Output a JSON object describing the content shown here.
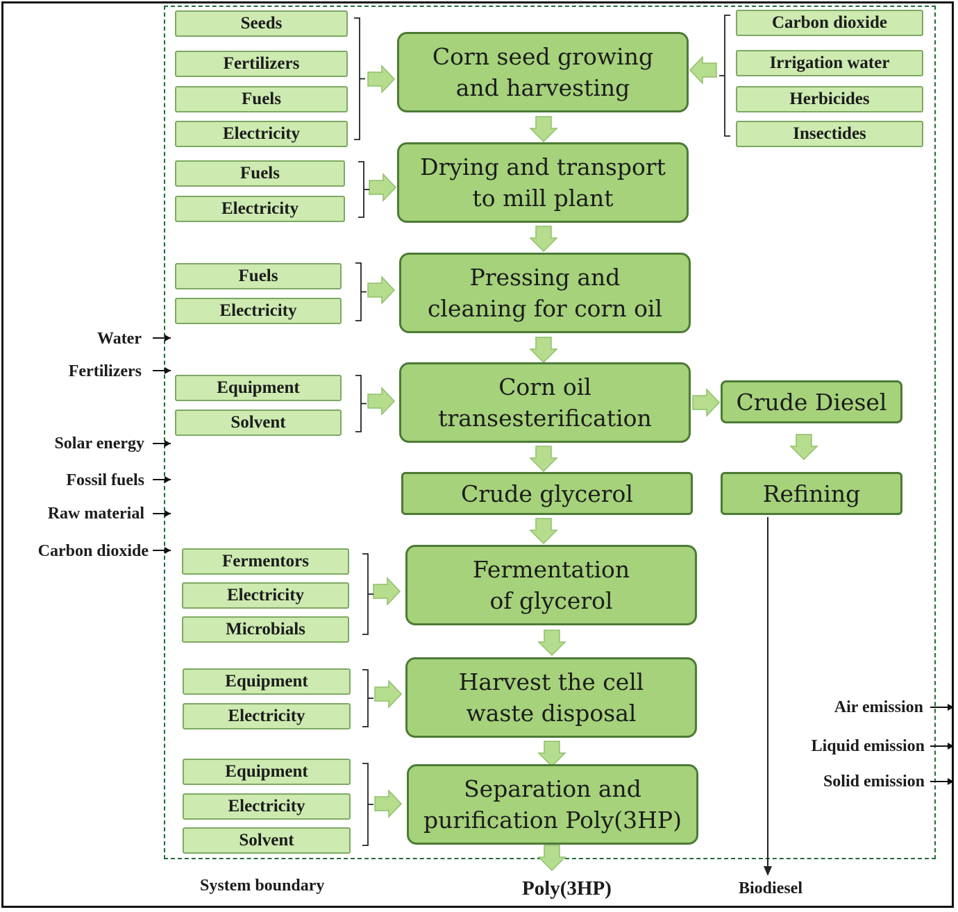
{
  "processes": {
    "p1": "Corn seed growing\nand harvesting",
    "p2": "Drying and transport\nto mill plant",
    "p3": "Pressing and\ncleaning for corn oil",
    "p4": "Corn oil\ntransesterification",
    "p5": "Crude glycerol",
    "p6": "Fermentation\nof glycerol",
    "p7": "Harvest the cell\nwaste disposal",
    "p8": "Separation and\npurification Poly(3HP)",
    "crude_diesel": "Crude Diesel",
    "refining": "Refining"
  },
  "inputs": {
    "g1": [
      "Seeds",
      "Fertilizers",
      "Fuels",
      "Electricity"
    ],
    "g1_right": [
      "Carbon dioxide",
      "Irrigation water",
      "Herbicides",
      "Insectides"
    ],
    "g2": [
      "Fuels",
      "Electricity"
    ],
    "g3": [
      "Fuels",
      "Electricity"
    ],
    "g4": [
      "Equipment",
      "Solvent"
    ],
    "g6": [
      "Fermentors",
      "Electricity",
      "Microbials"
    ],
    "g7": [
      "Equipment",
      "Electricity"
    ],
    "g8": [
      "Equipment",
      "Electricity",
      "Solvent"
    ]
  },
  "left_inputs": [
    "Water",
    "Fertilizers",
    "Solar energy",
    "Fossil fuels",
    "Raw material",
    "Carbon dioxide"
  ],
  "emissions": [
    "Air emission",
    "Liquid emission",
    "Solid emission"
  ],
  "labels": {
    "system_boundary": "System boundary",
    "product": "Poly(3HP)",
    "biodiesel": "Biodiesel"
  },
  "colors": {
    "process_fill": "#a5d27a",
    "input_fill": "#cdeab0",
    "arrow_fill": "#b6dd8d",
    "boundary": "#1f6b3a"
  }
}
